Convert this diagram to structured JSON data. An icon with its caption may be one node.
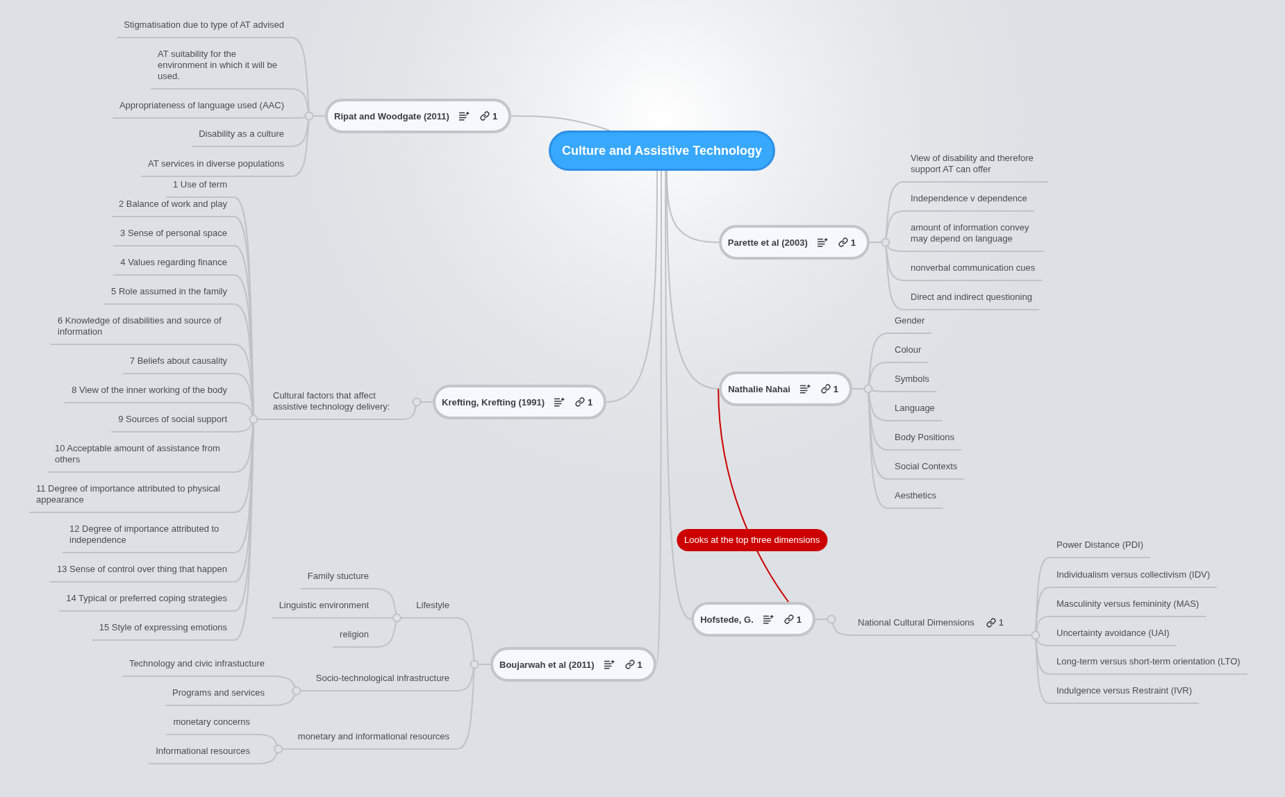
{
  "diagram": {
    "nodes": [
      {
        "text": [
          "Culture and Assistive Technology"
        ]
      },
      {
        "text": [
          "Ripat and Woodgate (2011)",
          "1"
        ]
      },
      {
        "text": [
          "Stigmatisation due to type of AT advised"
        ]
      },
      {
        "text": [
          "AT suitability for the environment in which it will be used."
        ]
      },
      {
        "text": [
          "Appropriateness of language used (AAC)"
        ]
      },
      {
        "text": [
          "Disability as a culture"
        ]
      },
      {
        "text": [
          "AT services in diverse populations"
        ]
      },
      {
        "text": [
          "Parette et al (2003)",
          "1"
        ]
      },
      {
        "text": [
          "View of disability and therefore support AT can offer"
        ]
      },
      {
        "text": [
          "Independence v dependence"
        ]
      },
      {
        "text": [
          "amount of information convey may depend on language"
        ]
      },
      {
        "text": [
          "nonverbal communication cues"
        ]
      },
      {
        "text": [
          "Direct and indirect questioning"
        ]
      },
      {
        "text": [
          "Nathalie Nahai",
          "1"
        ]
      },
      {
        "text": [
          "Gender"
        ]
      },
      {
        "text": [
          "Colour"
        ]
      },
      {
        "text": [
          "Symbols"
        ]
      },
      {
        "text": [
          "Language"
        ]
      },
      {
        "text": [
          "Body Positions"
        ]
      },
      {
        "text": [
          "Social Contexts"
        ]
      },
      {
        "text": [
          "Aesthetics"
        ]
      },
      {
        "text": [
          "Krefting, Krefting (1991)",
          "1"
        ]
      },
      {
        "text": [
          "Cultural factors that affect assistive technology delivery:"
        ]
      },
      {
        "text": [
          "1 Use of term"
        ]
      },
      {
        "text": [
          "2 Balance of work and play"
        ]
      },
      {
        "text": [
          "3 Sense of personal space"
        ]
      },
      {
        "text": [
          "4 Values regarding finance"
        ]
      },
      {
        "text": [
          "5 Role assumed in the family"
        ]
      },
      {
        "text": [
          "6 Knowledge of disabilities and source of information"
        ]
      },
      {
        "text": [
          "7 Beliefs about causality"
        ]
      },
      {
        "text": [
          "8 View of the inner working of the body"
        ]
      },
      {
        "text": [
          "9 Sources of social support"
        ]
      },
      {
        "text": [
          "10 Acceptable amount of assistance from others"
        ]
      },
      {
        "text": [
          "11 Degree of importance attributed to physical appearance"
        ]
      },
      {
        "text": [
          "12 Degree of importance attributed to independence"
        ]
      },
      {
        "text": [
          "13 Sense of control over thing that happen"
        ]
      },
      {
        "text": [
          "14 Typical or preferred coping strategies"
        ]
      },
      {
        "text": [
          "15 Style of expressing emotions"
        ]
      },
      {
        "text": [
          "Hofstede, G.",
          "1"
        ]
      },
      {
        "text": [
          "National Cultural Dimensions",
          "1"
        ]
      },
      {
        "text": [
          "Power Distance (PDI)"
        ]
      },
      {
        "text": [
          "Individualism versus collectivism (IDV)"
        ]
      },
      {
        "text": [
          "Masculinity versus femininity (MAS)"
        ]
      },
      {
        "text": [
          "Uncertainty avoidance (UAI)"
        ]
      },
      {
        "text": [
          "Long-term versus short-term orientation (LTO)"
        ]
      },
      {
        "text": [
          "Indulgence versus Restraint (IVR)"
        ]
      },
      {
        "text": [
          "Boujarwah et al (2011)",
          "1"
        ]
      },
      {
        "text": [
          "Lifestyle"
        ]
      },
      {
        "text": [
          "Family stucture"
        ]
      },
      {
        "text": [
          "Linguistic environment"
        ]
      },
      {
        "text": [
          "religion"
        ]
      },
      {
        "text": [
          "Socio-technological infrastructure"
        ]
      },
      {
        "text": [
          "Technology and civic infrastucture"
        ]
      },
      {
        "text": [
          "Programs and services"
        ]
      },
      {
        "text": [
          "monetary and informational resources"
        ]
      },
      {
        "text": [
          "monetary concerns"
        ]
      },
      {
        "text": [
          "Informational resources"
        ]
      }
    ],
    "edges": [
      {
        "from": 0,
        "to": 1,
        "arrow": "none"
      },
      {
        "from": 1,
        "to": 2,
        "arrow": "none"
      },
      {
        "from": 1,
        "to": 3,
        "arrow": "none"
      },
      {
        "from": 1,
        "to": 4,
        "arrow": "none"
      },
      {
        "from": 1,
        "to": 5,
        "arrow": "none"
      },
      {
        "from": 1,
        "to": 6,
        "arrow": "none"
      },
      {
        "from": 0,
        "to": 7,
        "arrow": "none"
      },
      {
        "from": 7,
        "to": 8,
        "arrow": "none"
      },
      {
        "from": 7,
        "to": 9,
        "arrow": "none"
      },
      {
        "from": 7,
        "to": 10,
        "arrow": "none"
      },
      {
        "from": 7,
        "to": 11,
        "arrow": "none"
      },
      {
        "from": 7,
        "to": 12,
        "arrow": "none"
      },
      {
        "from": 0,
        "to": 13,
        "arrow": "none"
      },
      {
        "from": 13,
        "to": 14,
        "arrow": "none"
      },
      {
        "from": 13,
        "to": 15,
        "arrow": "none"
      },
      {
        "from": 13,
        "to": 16,
        "arrow": "none"
      },
      {
        "from": 13,
        "to": 17,
        "arrow": "none"
      },
      {
        "from": 13,
        "to": 18,
        "arrow": "none"
      },
      {
        "from": 13,
        "to": 19,
        "arrow": "none"
      },
      {
        "from": 13,
        "to": 20,
        "arrow": "none"
      },
      {
        "from": 0,
        "to": 21,
        "arrow": "none"
      },
      {
        "from": 21,
        "to": 22,
        "arrow": "none"
      },
      {
        "from": 22,
        "to": 23,
        "arrow": "none"
      },
      {
        "from": 22,
        "to": 24,
        "arrow": "none"
      },
      {
        "from": 22,
        "to": 25,
        "arrow": "none"
      },
      {
        "from": 22,
        "to": 26,
        "arrow": "none"
      },
      {
        "from": 22,
        "to": 27,
        "arrow": "none"
      },
      {
        "from": 22,
        "to": 28,
        "arrow": "none"
      },
      {
        "from": 22,
        "to": 29,
        "arrow": "none"
      },
      {
        "from": 22,
        "to": 30,
        "arrow": "none"
      },
      {
        "from": 22,
        "to": 31,
        "arrow": "none"
      },
      {
        "from": 22,
        "to": 32,
        "arrow": "none"
      },
      {
        "from": 22,
        "to": 33,
        "arrow": "none"
      },
      {
        "from": 22,
        "to": 34,
        "arrow": "none"
      },
      {
        "from": 22,
        "to": 35,
        "arrow": "none"
      },
      {
        "from": 22,
        "to": 36,
        "arrow": "none"
      },
      {
        "from": 22,
        "to": 37,
        "arrow": "none"
      },
      {
        "from": 0,
        "to": 38,
        "arrow": "none"
      },
      {
        "from": 38,
        "to": 39,
        "arrow": "none"
      },
      {
        "from": 39,
        "to": 40,
        "arrow": "none"
      },
      {
        "from": 39,
        "to": 41,
        "arrow": "none"
      },
      {
        "from": 39,
        "to": 42,
        "arrow": "none"
      },
      {
        "from": 39,
        "to": 43,
        "arrow": "none"
      },
      {
        "from": 39,
        "to": 44,
        "arrow": "none"
      },
      {
        "from": 39,
        "to": 45,
        "arrow": "none"
      },
      {
        "from": 0,
        "to": 46,
        "arrow": "none"
      },
      {
        "from": 46,
        "to": 47,
        "arrow": "none"
      },
      {
        "from": 47,
        "to": 48,
        "arrow": "none"
      },
      {
        "from": 47,
        "to": 49,
        "arrow": "none"
      },
      {
        "from": 47,
        "to": 50,
        "arrow": "none"
      },
      {
        "from": 46,
        "to": 51,
        "arrow": "none"
      },
      {
        "from": 51,
        "to": 52,
        "arrow": "none"
      },
      {
        "from": 51,
        "to": 53,
        "arrow": "none"
      },
      {
        "from": 46,
        "to": 54,
        "arrow": "none"
      },
      {
        "from": 54,
        "to": 55,
        "arrow": "none"
      },
      {
        "from": 54,
        "to": 56,
        "arrow": "none"
      },
      {
        "from": 13,
        "to": 38,
        "arrow": "none",
        "label": "Looks at the top three dimensions",
        "color": "#cc0000"
      }
    ]
  }
}
